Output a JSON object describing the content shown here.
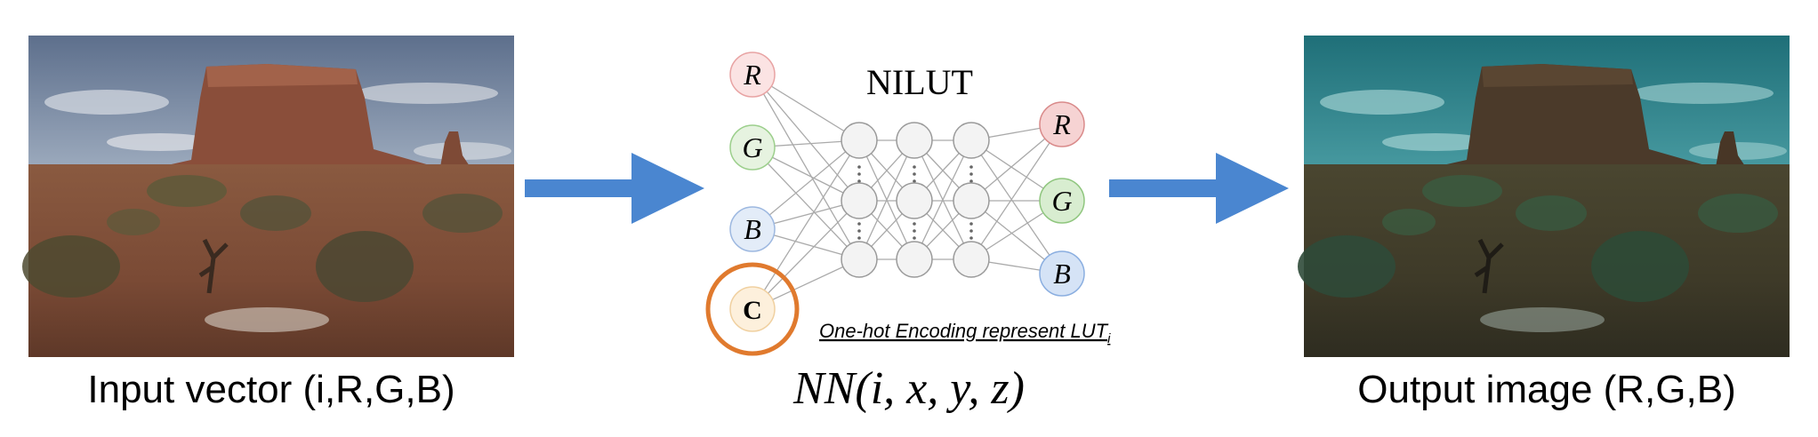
{
  "input_image": {
    "caption": "Input vector (i,R,G,B)"
  },
  "output_image": {
    "caption": "Output image (R,G,B)"
  },
  "network": {
    "title": "NILUT",
    "formula": "NN(i, x, y, z)",
    "one_hot_label": "One-hot Encoding represent LUT",
    "one_hot_subscript": "i",
    "inputs": [
      "R",
      "G",
      "B",
      "C"
    ],
    "outputs": [
      "R",
      "G",
      "B"
    ]
  },
  "colors": {
    "arrow": "#4a86d0",
    "red_node_fill": "#fbe3e3",
    "red_node_stroke": "#e8a3a3",
    "green_node_fill": "#e6f3e0",
    "green_node_stroke": "#9ccf8c",
    "blue_node_fill": "#e3ecf8",
    "blue_node_stroke": "#9db8e0",
    "c_node_fill": "#fdf0dc",
    "c_node_stroke": "#f0d0a0",
    "highlight_ring": "#e07a2e",
    "hidden_node_fill": "#f3f3f3",
    "hidden_node_stroke": "#9a9a9a",
    "edge": "#aaaaaa"
  }
}
